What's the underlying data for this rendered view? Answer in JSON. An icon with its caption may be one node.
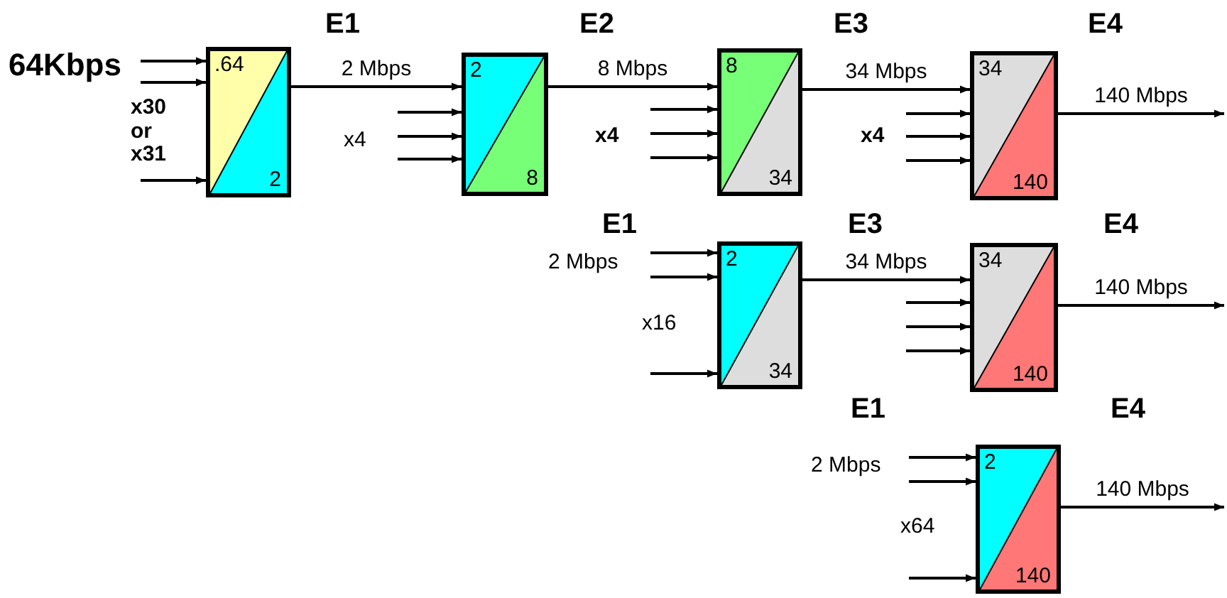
{
  "diagram": {
    "nodes": [
      {
        "text": [
          ".64",
          "2"
        ]
      },
      {
        "text": [
          "2",
          "8"
        ]
      },
      {
        "text": [
          "8",
          "34"
        ]
      },
      {
        "text": [
          "34",
          "140"
        ]
      },
      {
        "text": [
          "2",
          "34"
        ]
      },
      {
        "text": [
          "34",
          "140"
        ]
      },
      {
        "text": [
          "2",
          "140"
        ]
      }
    ],
    "edges": [
      {
        "from": null,
        "to": 0,
        "arrow": "to"
      },
      {
        "from": null,
        "to": 0,
        "arrow": "to"
      },
      {
        "from": null,
        "to": 0,
        "arrow": "to"
      },
      {
        "from": 0,
        "to": 1,
        "arrow": "to",
        "label": "2 Mbps"
      },
      {
        "from": null,
        "to": 1,
        "arrow": "to"
      },
      {
        "from": null,
        "to": 1,
        "arrow": "to"
      },
      {
        "from": null,
        "to": 1,
        "arrow": "to"
      },
      {
        "from": 1,
        "to": 2,
        "arrow": "to",
        "label": "8 Mbps"
      },
      {
        "from": null,
        "to": 2,
        "arrow": "to"
      },
      {
        "from": null,
        "to": 2,
        "arrow": "to"
      },
      {
        "from": null,
        "to": 2,
        "arrow": "to"
      },
      {
        "from": 2,
        "to": 3,
        "arrow": "to",
        "label": "34 Mbps"
      },
      {
        "from": null,
        "to": 3,
        "arrow": "to"
      },
      {
        "from": null,
        "to": 3,
        "arrow": "to"
      },
      {
        "from": null,
        "to": 3,
        "arrow": "to"
      },
      {
        "from": 3,
        "to": null,
        "arrow": "to",
        "label": "140 Mbps"
      },
      {
        "from": null,
        "to": 4,
        "arrow": "to"
      },
      {
        "from": null,
        "to": 4,
        "arrow": "to"
      },
      {
        "from": null,
        "to": 4,
        "arrow": "to"
      },
      {
        "from": 4,
        "to": 5,
        "arrow": "to",
        "label": "34 Mbps"
      },
      {
        "from": null,
        "to": 5,
        "arrow": "to"
      },
      {
        "from": null,
        "to": 5,
        "arrow": "to"
      },
      {
        "from": null,
        "to": 5,
        "arrow": "to"
      },
      {
        "from": 5,
        "to": null,
        "arrow": "to",
        "label": "140 Mbps"
      },
      {
        "from": null,
        "to": 6,
        "arrow": "to"
      },
      {
        "from": null,
        "to": 6,
        "arrow": "to"
      },
      {
        "from": null,
        "to": 6,
        "arrow": "to"
      },
      {
        "from": 6,
        "to": null,
        "arrow": "to",
        "label": "140 Mbps"
      }
    ],
    "labels": [
      "E1",
      "E2",
      "E3",
      "E4",
      "64Kbps",
      "x30 or x31",
      "x4",
      "x4",
      "x4",
      "E1",
      "E3",
      "E4",
      "2 Mbps",
      "x16",
      "E1",
      "E4",
      "2 Mbps",
      "x64"
    ]
  }
}
